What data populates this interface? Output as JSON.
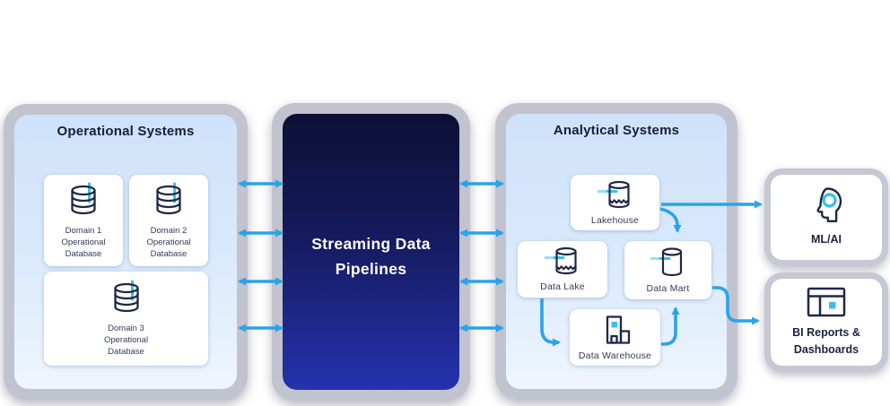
{
  "diagram": {
    "operational": {
      "title": "Operational Systems",
      "cards": [
        {
          "label": "Domain 1 Operational Database",
          "icon": "database-icon"
        },
        {
          "label": "Domain 2 Operational Database",
          "icon": "database-icon"
        },
        {
          "label": "Domain 3 Operational Database",
          "icon": "database-icon"
        }
      ]
    },
    "streaming": {
      "title": "Streaming Data Pipelines"
    },
    "analytical": {
      "title": "Analytical Systems",
      "cards": [
        {
          "label": "Lakehouse",
          "icon": "lakehouse-icon"
        },
        {
          "label": "Data Lake",
          "icon": "data-lake-icon"
        },
        {
          "label": "Data Mart",
          "icon": "data-mart-icon"
        },
        {
          "label": "Data Warehouse",
          "icon": "warehouse-icon"
        }
      ]
    },
    "outputs": [
      {
        "label": "ML/AI",
        "icon": "ml-ai-head-icon"
      },
      {
        "label": "BI Reports & Dashboards",
        "icon": "bi-dashboard-icon"
      }
    ],
    "connections": {
      "operational_streaming": "bidirectional x4",
      "streaming_analytical": "bidirectional x4",
      "lakehouse_to_mlai": "right",
      "lakehouse_to_datamart": "down",
      "datalake_to_warehouse": "down-right",
      "warehouse_to_datamart": "up",
      "datamart_to_bi": "right"
    },
    "colors": {
      "arrow": "#2aa3e9",
      "cyan_accent": "#3bc0ea",
      "cyan_light": "#9adef4",
      "icon_stroke": "#1f2747",
      "panel_border": "#c1c3ce",
      "dark_panel_top": "#0d1034",
      "dark_panel_bottom": "#2532ae",
      "light_panel_top": "#cfe2fa",
      "title_text": "#181d3a",
      "card_text": "#333a58"
    }
  }
}
